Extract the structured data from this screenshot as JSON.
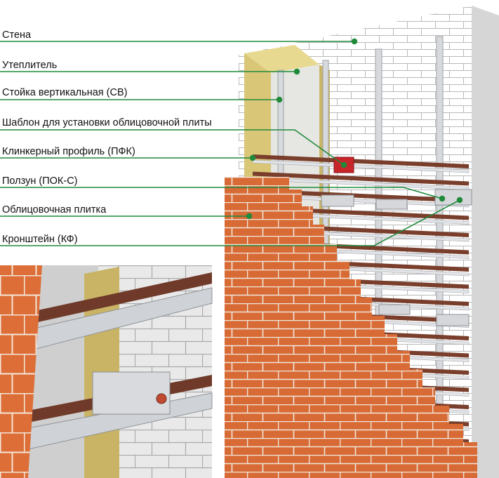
{
  "labels": [
    "Стена",
    "Утеплитель",
    "Стойка вертикальная (СВ)",
    "Шаблон для установки облицовочной плиты",
    "Клинкерный профиль (ПФК)",
    "Ползун (ПОК-С)",
    "Облицовочная плитка",
    "Кронштейн (КФ)"
  ],
  "icons": [
    "leader-dot-icon"
  ],
  "colors": {
    "leader": "#1f8a3a",
    "wall_brick": "#ffffff",
    "wall_mortar": "#b9b9b9",
    "insulation": "#d9c777",
    "rail_top": "#c9ccd0",
    "profile": "#7a3f2c",
    "tile": "#d86b35",
    "tile_mortar": "#f0e6dc",
    "bracket": "#d5d7da",
    "template_block": "#c8252b"
  }
}
